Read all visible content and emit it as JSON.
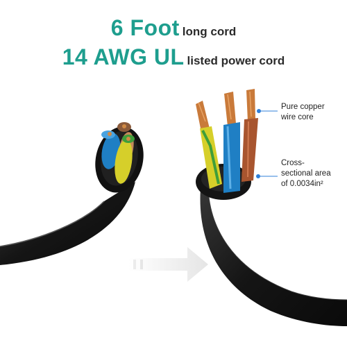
{
  "headline": {
    "line1_big": "6 Foot",
    "line1_small": "long cord",
    "line2_big": "14 AWG UL",
    "line2_small": "listed power cord",
    "accent_color": "#1e9e8e"
  },
  "callouts": {
    "copper_line1": "Pure copper",
    "copper_line2": "wire core",
    "area_line1": "Cross-",
    "area_line2": "sectional area",
    "area_line3": "of 0.0034in²",
    "marker_color": "#2f7fd8"
  },
  "colors": {
    "cable_jacket": "#1c1c1c",
    "wire_blue": "#1f7fc4",
    "wire_brown": "#8a5a3a",
    "wire_yellow": "#d6cf2a",
    "wire_green": "#3f9e3a",
    "copper": "#c97a3a"
  },
  "icons": {
    "direction": "right-arrow-icon"
  }
}
